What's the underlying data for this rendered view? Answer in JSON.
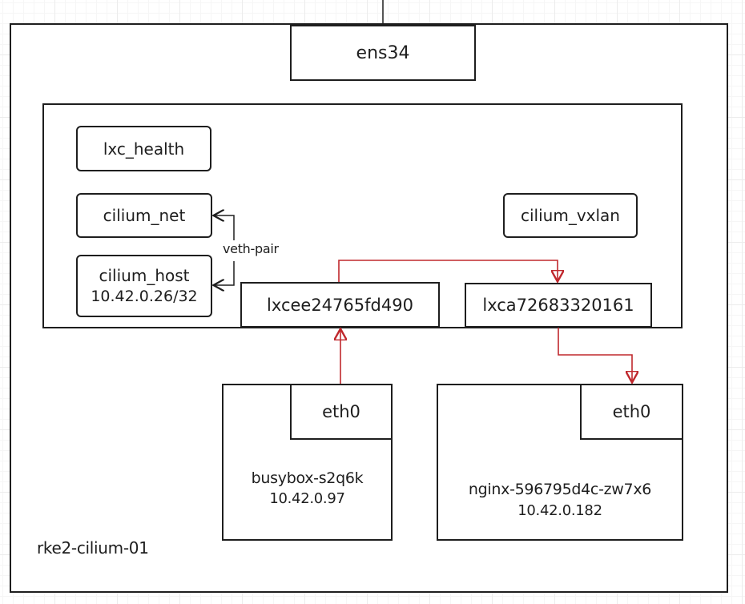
{
  "colors": {
    "stroke": "#1e1e1e",
    "flow_arrow": "#c0282d",
    "background": "#ffffff",
    "grid": "#ececec"
  },
  "host": {
    "name": "rke2-cilium-01",
    "uplink": "ens34"
  },
  "cilium_namespace": {
    "interfaces": [
      {
        "id": "lxc_health",
        "label": "lxc_health"
      },
      {
        "id": "cilium_net",
        "label": "cilium_net"
      },
      {
        "id": "cilium_host",
        "label": "cilium_host",
        "ip": "10.42.0.26/32"
      },
      {
        "id": "cilium_vxlan",
        "label": "cilium_vxlan"
      },
      {
        "id": "lxc_busybox",
        "label": "lxcee24765fd490"
      },
      {
        "id": "lxc_nginx",
        "label": "lxca72683320161"
      }
    ],
    "veth_pair_label": "veth-pair"
  },
  "pods": [
    {
      "name": "busybox-s2q6k",
      "ip": "10.42.0.97",
      "interface": "eth0"
    },
    {
      "name": "nginx-596795d4c-zw7x6",
      "ip": "10.42.0.182",
      "interface": "eth0"
    }
  ],
  "connections": [
    {
      "from": "cilium_host",
      "to": "cilium_net",
      "label": "veth-pair",
      "style": "bidirectional"
    },
    {
      "from": "busybox-s2q6k.eth0",
      "to": "lxcee24765fd490",
      "style": "flow"
    },
    {
      "from": "lxcee24765fd490",
      "to": "lxca72683320161",
      "style": "flow"
    },
    {
      "from": "lxca72683320161",
      "to": "nginx-596795d4c-zw7x6.eth0",
      "style": "flow"
    }
  ]
}
